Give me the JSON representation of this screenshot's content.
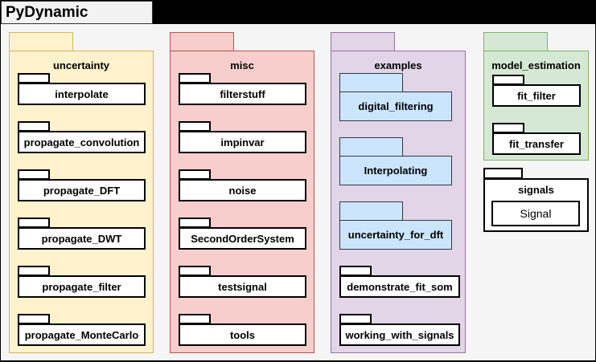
{
  "title": "PyDynamic",
  "colors": {
    "canvas_bg": "#f5f5f5",
    "title_bg": "#f2f2f2",
    "top_bar": "#000000",
    "uncertainty_fill": "#fff2cc",
    "uncertainty_stroke": "#d6b656",
    "misc_fill": "#f8cecc",
    "misc_stroke": "#b85450",
    "examples_fill": "#e1d5e7",
    "examples_stroke": "#9673a6",
    "model_estimation_fill": "#d5e8d4",
    "model_estimation_stroke": "#82b366",
    "highlight_fill": "#cce5ff",
    "highlight_stroke": "#36393d",
    "subpackage_fill": "#ffffff",
    "subpackage_stroke": "#000000"
  },
  "packages": [
    {
      "label": "uncertainty",
      "items": [
        "interpolate",
        "propagate_convolution",
        "propagate_DFT",
        "propagate_DWT",
        "propagate_filter",
        "propagate_MonteCarlo"
      ]
    },
    {
      "label": "misc",
      "items": [
        "filterstuff",
        "impinvar",
        "noise",
        "SecondOrderSystem",
        "testsignal",
        "tools"
      ]
    },
    {
      "label": "examples",
      "items": [
        "digital_filtering",
        "Interpolating",
        "uncertainty_for_dft",
        "demonstrate_fit_som",
        "working_with_signals"
      ]
    },
    {
      "label": "model_estimation",
      "items": [
        "fit_filter",
        "fit_transfer"
      ]
    }
  ],
  "signals_package": {
    "label": "signals",
    "class_label": "Signal"
  }
}
